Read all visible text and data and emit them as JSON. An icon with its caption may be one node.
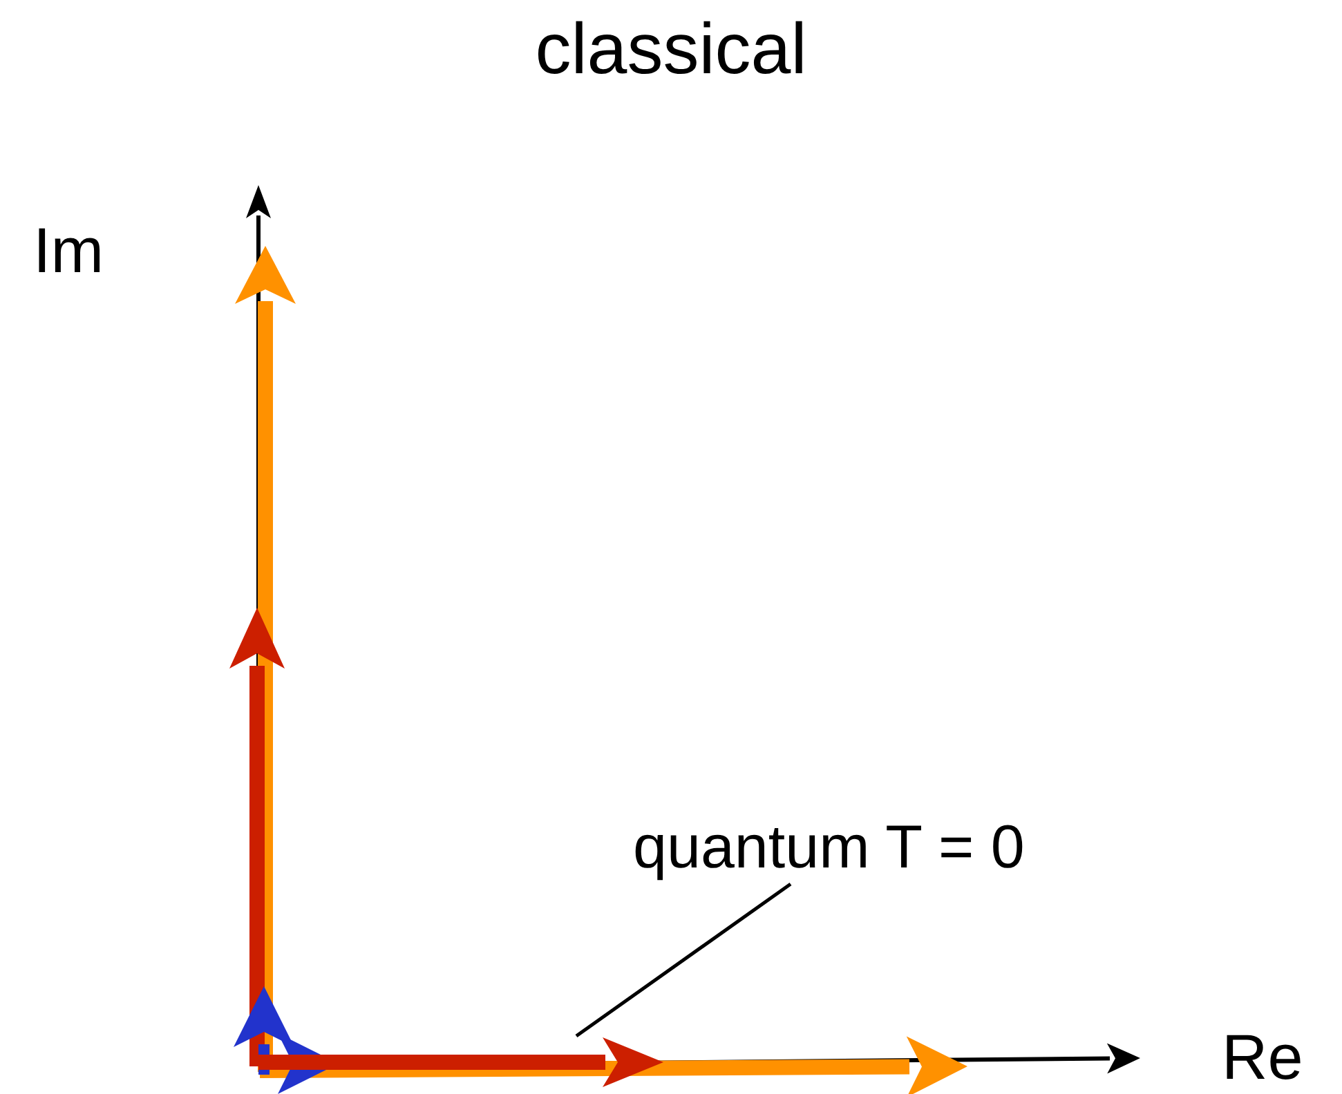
{
  "diagram": {
    "title": "classical",
    "nodes": [
      {
        "text": [
          "quantum T = 0"
        ]
      },
      {
        "text": [],
        "shape": "arrow"
      }
    ],
    "edges": [
      {
        "from": 0,
        "to": 1,
        "arrow": "none"
      }
    ],
    "labels": [
      "Im",
      "Re"
    ]
  }
}
